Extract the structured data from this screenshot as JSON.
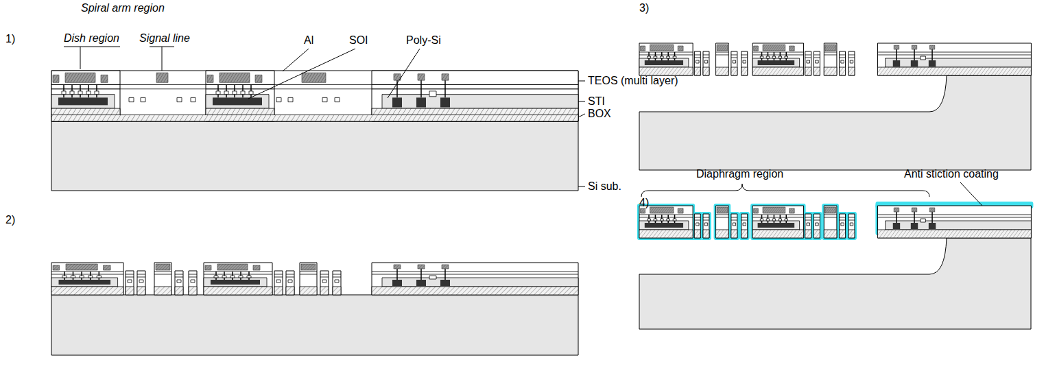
{
  "diagram": {
    "labels": [
      "Spiral arm region",
      "1)",
      "Dish region",
      "Signal line",
      "Al",
      "SOI",
      "Poly-Si",
      "TEOS (multi layer)",
      "STI",
      "BOX",
      "Si sub.",
      "2)",
      "3)",
      "4)",
      "Diaphragm region",
      "Anti stiction coating"
    ]
  }
}
